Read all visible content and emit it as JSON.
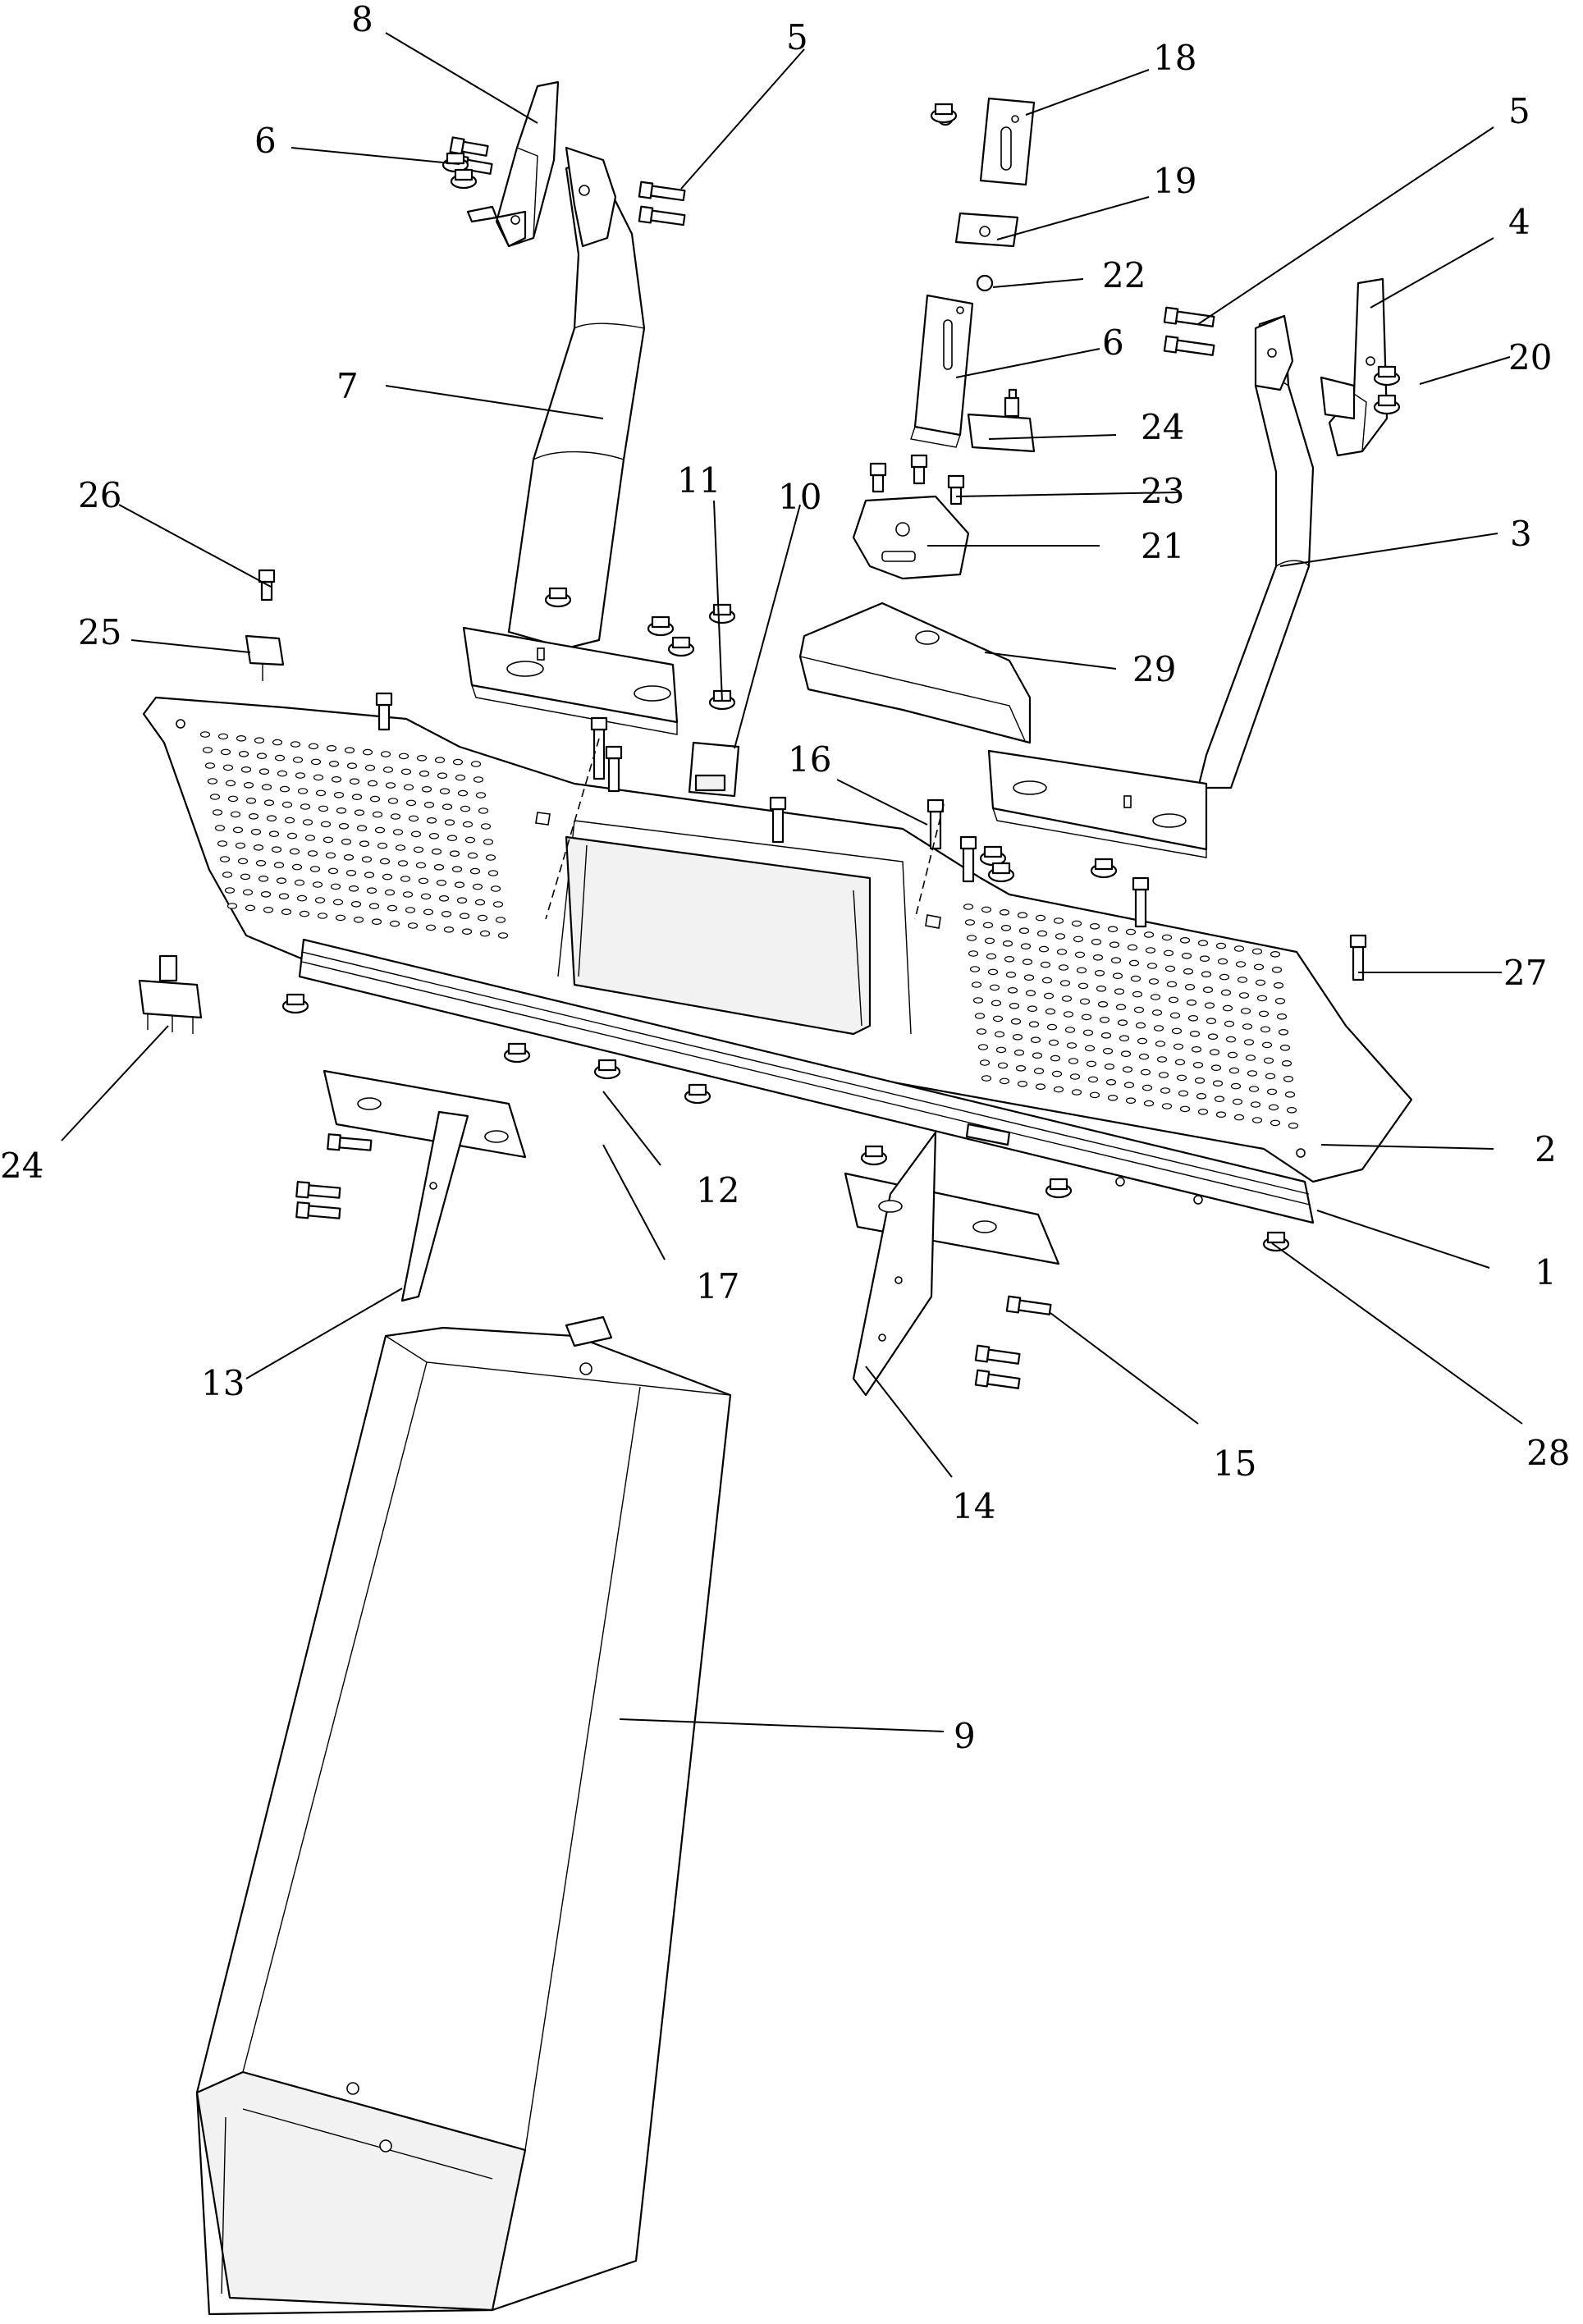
{
  "diagram": {
    "callouts": [
      {
        "id": "c8",
        "text": "8"
      },
      {
        "id": "c5a",
        "text": "5"
      },
      {
        "id": "c6a",
        "text": "6"
      },
      {
        "id": "c18",
        "text": "18"
      },
      {
        "id": "c19",
        "text": "19"
      },
      {
        "id": "c5b",
        "text": "5"
      },
      {
        "id": "c4",
        "text": "4"
      },
      {
        "id": "c22",
        "text": "22"
      },
      {
        "id": "c20",
        "text": "20"
      },
      {
        "id": "c6b",
        "text": "6"
      },
      {
        "id": "c7",
        "text": "7"
      },
      {
        "id": "c24a",
        "text": "24"
      },
      {
        "id": "c23",
        "text": "23"
      },
      {
        "id": "c26",
        "text": "26"
      },
      {
        "id": "c11",
        "text": "11"
      },
      {
        "id": "c10",
        "text": "10"
      },
      {
        "id": "c21",
        "text": "21"
      },
      {
        "id": "c3",
        "text": "3"
      },
      {
        "id": "c25",
        "text": "25"
      },
      {
        "id": "c29",
        "text": "29"
      },
      {
        "id": "c16",
        "text": "16"
      },
      {
        "id": "c27",
        "text": "27"
      },
      {
        "id": "c24b",
        "text": "24"
      },
      {
        "id": "c2",
        "text": "2"
      },
      {
        "id": "c12",
        "text": "12"
      },
      {
        "id": "c1",
        "text": "1"
      },
      {
        "id": "c17",
        "text": "17"
      },
      {
        "id": "c13",
        "text": "13"
      },
      {
        "id": "c28",
        "text": "28"
      },
      {
        "id": "c15",
        "text": "15"
      },
      {
        "id": "c14",
        "text": "14"
      },
      {
        "id": "c9",
        "text": "9"
      }
    ]
  }
}
